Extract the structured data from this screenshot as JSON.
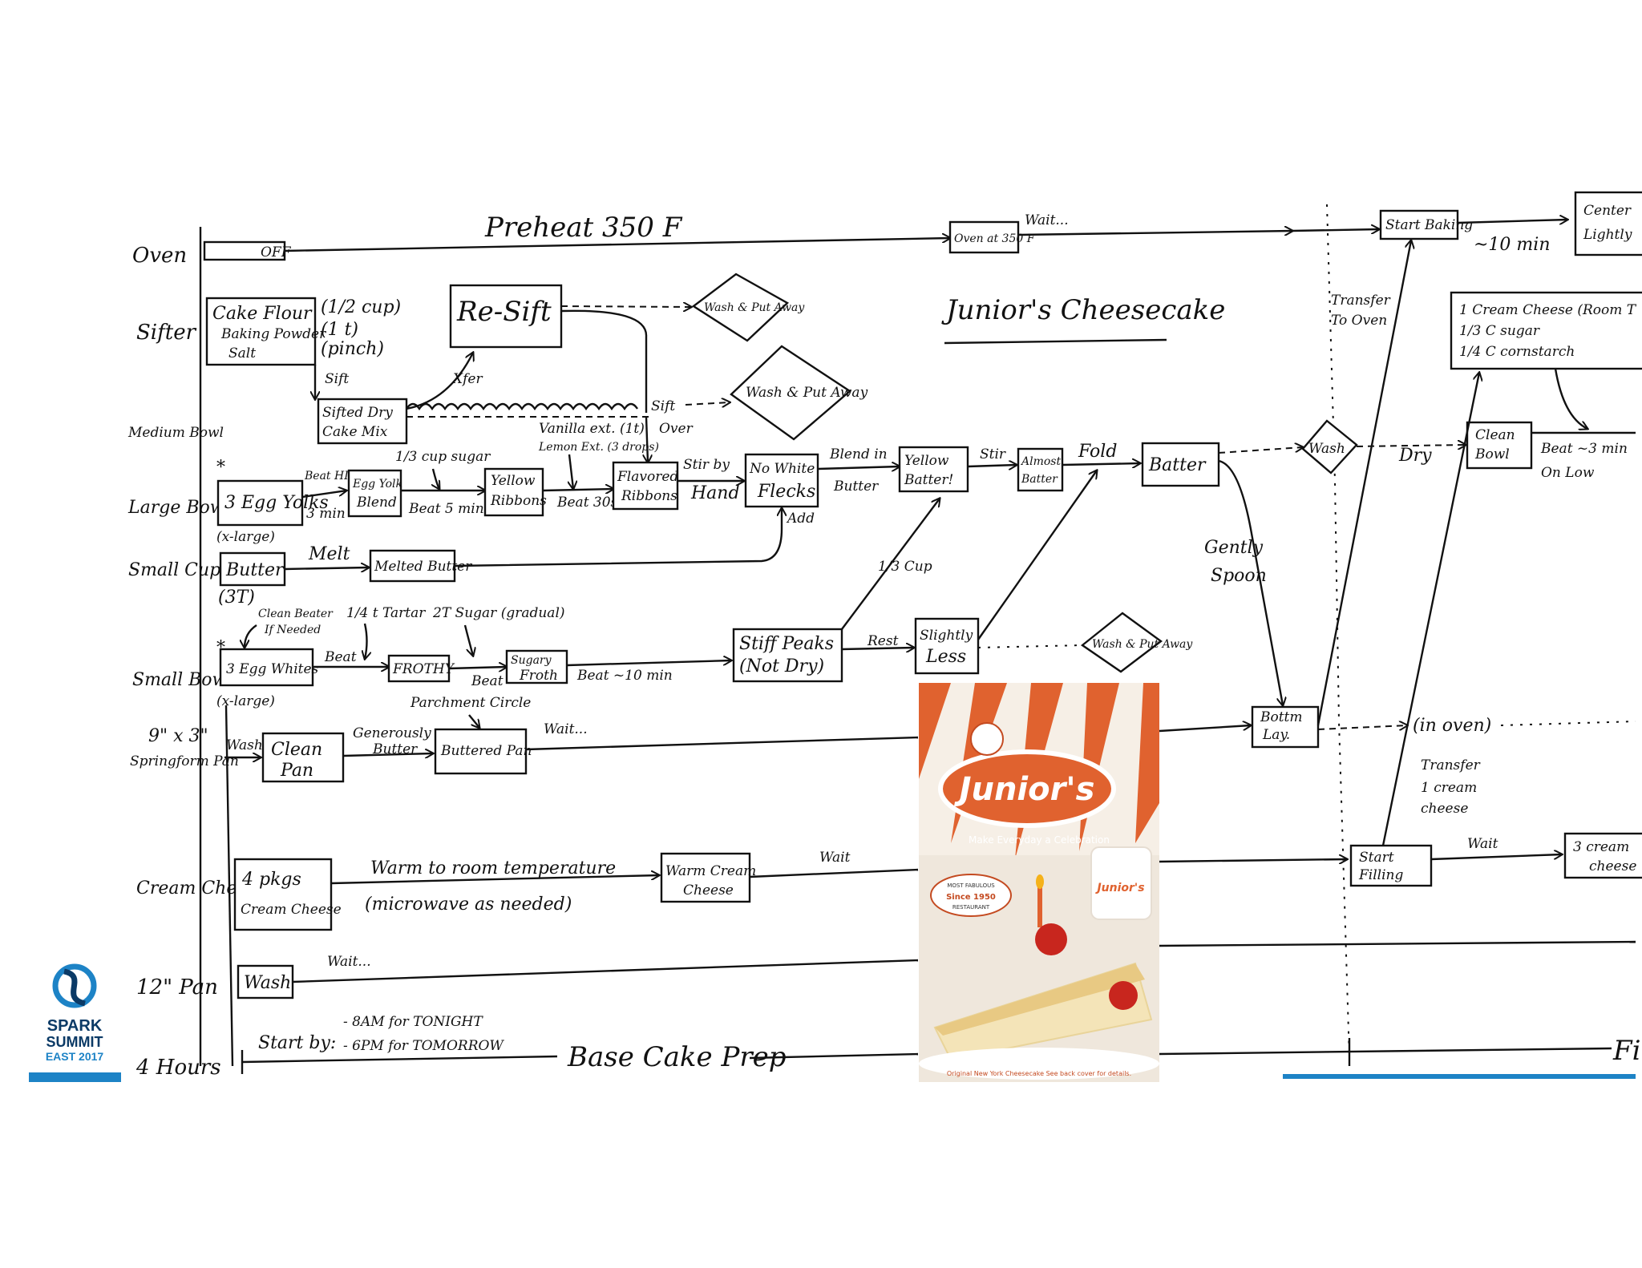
{
  "title": "Junior's Cheesecake",
  "lanes": {
    "oven": "Oven",
    "sifter": "Sifter",
    "medium_bowl": "Medium Bowl",
    "large_bowl": "Large Bowl",
    "small_cup": "Small Cup",
    "small_bowl": "Small Bowl",
    "pan_size": "9\" x 3\"",
    "pan_name": "Springform Pan",
    "cream_cheese": "Cream Cheese",
    "pan12": "12\" Pan",
    "hours": "4 Hours"
  },
  "nodes": {
    "oven_off": "OFF",
    "preheat": "Preheat 350 F",
    "oven_at_350": "Oven at 350 F",
    "wait": "Wait...",
    "start_baking": "Start Baking",
    "ten_min": "~10 min",
    "center_1": "Center",
    "center_2": "Lightly",
    "transfer_oven_1": "Transfer",
    "transfer_oven_2": "To Oven",
    "flour_1": "Cake Flour",
    "flour_2": "Baking Powder",
    "flour_3": "Salt",
    "qty_1": "(1/2 cup)",
    "qty_2": "(1 t)",
    "qty_3": "(pinch)",
    "sift": "Sift",
    "resift": "Re-Sift",
    "wash_put_away": "Wash & Put Away",
    "sifted_1": "Sifted Dry",
    "sifted_2": "Cake Mix",
    "xfer": "Xfer",
    "sift_over_1": "Sift",
    "sift_over_2": "Over",
    "wash_put_away_2": "Wash & Put Away",
    "vanilla": "Vanilla ext. (1t)",
    "lemon": "Lemon Ext. (3 drops)",
    "sugar_third": "1/3 cup sugar",
    "egg_yolks": "3 Egg Yolks",
    "xlarge": "(x-large)",
    "beat_hi": "Beat HI",
    "three_min": "3 min",
    "egg_yolk_1": "Egg Yolk",
    "egg_yolk_2": "Blend",
    "beat_5": "Beat 5 min",
    "yellow_1": "Yellow",
    "yellow_2": "Ribbons",
    "beat_30": "Beat 30s",
    "flavored_1": "Flavored",
    "flavored_2": "Ribbons",
    "stir_1": "Stir by",
    "stir_2": "Hand",
    "no_white_1": "No White",
    "no_white_2": "Flecks",
    "add": "Add",
    "blend_1": "Blend in",
    "blend_2": "Butter",
    "yellow_batter_1": "Yellow",
    "yellow_batter_2": "Batter!",
    "stir": "Stir",
    "almost_1": "Almost",
    "almost_2": "Batter",
    "fold": "Fold",
    "batter": "Batter",
    "wash": "Wash",
    "dry": "Dry",
    "clean_bowl_1": "Clean",
    "clean_bowl_2": "Bowl",
    "beat_low_1": "Beat ~3 min",
    "beat_low_2": "On Low",
    "cc_1": "1 Cream Cheese (Room T",
    "cc_2": "1/3 C sugar",
    "cc_3": "1/4 C cornstarch",
    "butter": "Butter",
    "three_t": "(3T)",
    "melt": "Melt",
    "melted": "Melted Butter",
    "third_cup": "1/3 Cup",
    "gently_1": "Gently",
    "gently_2": "Spoon",
    "clean_beater_1": "Clean Beater",
    "clean_beater_2": "If Needed",
    "tartar": "1/4 t Tartar",
    "sugar_gradual": "2T Sugar (gradual)",
    "egg_whites": "3 Egg Whites",
    "beat": "Beat",
    "frothy": "FROTHY",
    "beat_b": "Beat",
    "sugary_1": "Sugary",
    "sugary_2": "Froth",
    "beat_10": "Beat ~10 min",
    "stiff_1": "Stiff Peaks",
    "stiff_2": "(Not Dry)",
    "rest": "Rest",
    "slightly_1": "Slightly",
    "slightly_2": "Less",
    "wash_put_away_3": "Wash & Put Away",
    "wash_pan": "Wash",
    "clean_pan_1": "Clean",
    "clean_pan_2": "Pan",
    "gen_1": "Generously",
    "gen_2": "Butter",
    "parchment": "Parchment Circle",
    "buttered": "Buttered Pan",
    "wait_pan": "Wait...",
    "bottom_1": "Bottm",
    "bottom_2": "Lay.",
    "in_oven": "(in oven)",
    "transfer_cc_1": "Transfer",
    "transfer_cc_2": "1 cream",
    "transfer_cc_3": "cheese",
    "pkgs_1": "4 pkgs",
    "pkgs_2": "Cream Cheese",
    "warm_1": "Warm to room temperature",
    "warm_2": "(microwave as needed)",
    "warm_cc_1": "Warm Cream",
    "warm_cc_2": "Cheese",
    "wait_cc": "Wait",
    "start_filling_1": "Start",
    "start_filling_2": "Filling",
    "wait_fill": "Wait",
    "three_cream_1": "3 cream",
    "three_cream_2": "cheese",
    "wash_12": "Wash",
    "wait_12": "Wait...",
    "start_by": "Start by:",
    "eight_am": "- 8AM for TONIGHT",
    "six_pm": "- 6PM for TOMORROW",
    "base_cake": "Base Cake Prep",
    "fi": "Fi"
  },
  "logo": {
    "line1": "SPARK",
    "line2": "SUMMIT",
    "line3": "EAST 2017"
  },
  "poster": {
    "brand": "Junior's",
    "tagline": "Make Everyday a Celebration",
    "seal_1": "MOST FABULOUS",
    "seal_2": "Since 1950",
    "seal_3": "RESTAURANT",
    "mug": "Junior's",
    "footer": "Original New York Cheesecake See back cover for details."
  },
  "colors": {
    "accent_blue": "#1d83c6",
    "logo_navy": "#0b3a66",
    "poster_orange": "#e0622f"
  }
}
